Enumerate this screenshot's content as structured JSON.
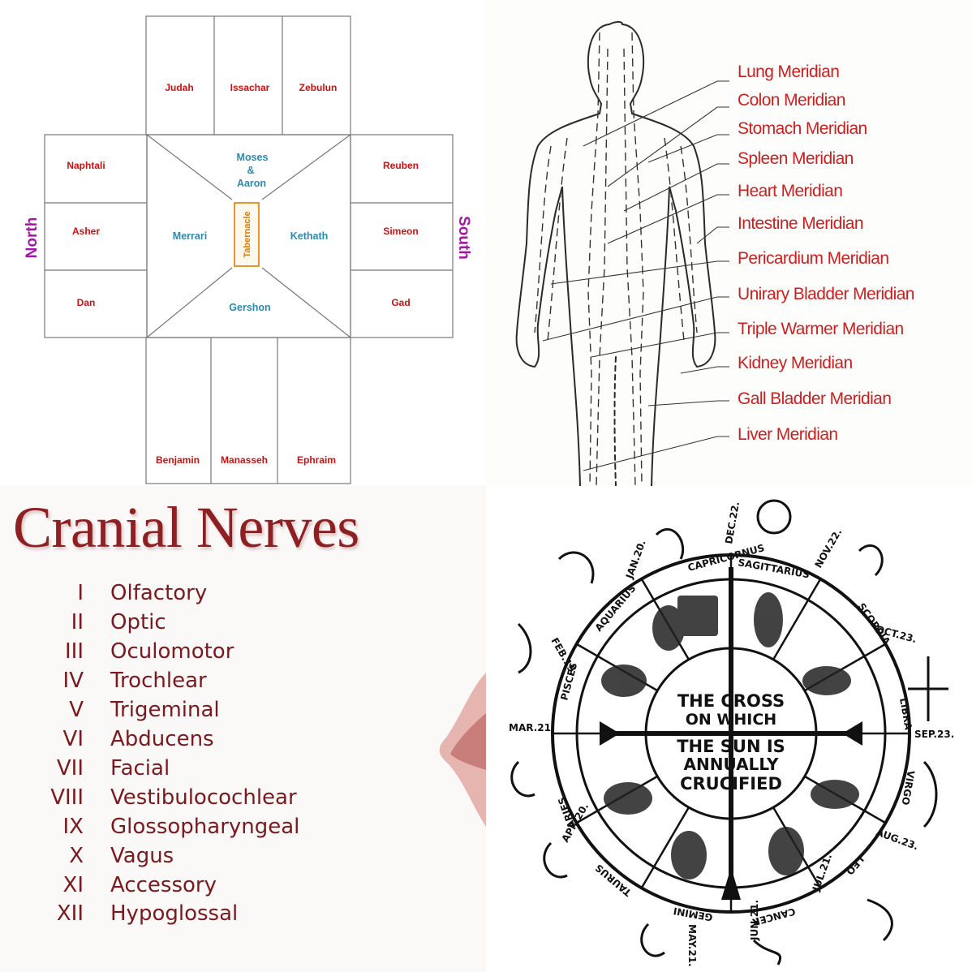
{
  "camp": {
    "north_tribes": [
      "Judah",
      "Issachar",
      "Zebulun"
    ],
    "west_tribes": [
      "Naphtali",
      "Asher",
      "Dan"
    ],
    "east_tribes": [
      "Reuben",
      "Simeon",
      "Gad"
    ],
    "south_tribes": [
      "Benjamin",
      "Manasseh",
      "Ephraim"
    ],
    "moses_line1": "Moses",
    "moses_line2": "&",
    "moses_line3": "Aaron",
    "merrari": "Merrari",
    "kethath": "Kethath",
    "gershon": "Gershon",
    "tabernacle": "Tabernacle",
    "north_label": "North",
    "south_label": "South",
    "colors": {
      "tribe": "#cc1111",
      "levite": "#2a8ab0",
      "direction": "#a515a8",
      "tabernacle": "#e07b00"
    }
  },
  "meridians": {
    "labels": [
      "Lung Meridian",
      "Colon Meridian",
      "Stomach Meridian",
      "Spleen Meridian",
      "Heart Meridian",
      "Intestine Meridian",
      "Pericardium Meridian",
      "Unirary Bladder Meridian",
      "Triple Warmer Meridian",
      "Kidney Meridian",
      "Gall Bladder Meridian",
      "Liver Meridian"
    ],
    "label_color": "#cc1f1f"
  },
  "nerves": {
    "title": "Cranial Nerves",
    "items": [
      {
        "num": "I",
        "name": "Olfactory"
      },
      {
        "num": "II",
        "name": "Optic"
      },
      {
        "num": "III",
        "name": "Oculomotor"
      },
      {
        "num": "IV",
        "name": "Trochlear"
      },
      {
        "num": "V",
        "name": "Trigeminal"
      },
      {
        "num": "VI",
        "name": "Abducens"
      },
      {
        "num": "VII",
        "name": "Facial"
      },
      {
        "num": "VIII",
        "name": "Vestibulocochlear"
      },
      {
        "num": "IX",
        "name": "Glossopharyngeal"
      },
      {
        "num": "X",
        "name": "Vagus"
      },
      {
        "num": "XI",
        "name": "Accessory"
      },
      {
        "num": "XII",
        "name": "Hypoglossal"
      }
    ],
    "text_color": "#7a1a1e"
  },
  "zodiac": {
    "center_line1": "THE CROSS",
    "center_line2": "ON WHICH",
    "center_line3": "THE SUN IS",
    "center_line4": "ANNUALLY",
    "center_line5": "CRUCIFIED",
    "signs": [
      "CAPRICORNUS",
      "SAGITTARIUS",
      "SCORPIA",
      "LIBRA",
      "VIRGO",
      "LEO",
      "CANCER",
      "GEMINI",
      "TAURUS",
      "ARIES",
      "PISCES",
      "AQUARIUS"
    ],
    "dates": [
      "DEC.22.",
      "NOV.22.",
      "OCT.23.",
      "SEP.23.",
      "AUG.23.",
      "JUL.21.",
      "JUN.21.",
      "MAY.21.",
      "APR.20.",
      "MAR.21.",
      "FEB.19.",
      "JAN.20."
    ]
  }
}
